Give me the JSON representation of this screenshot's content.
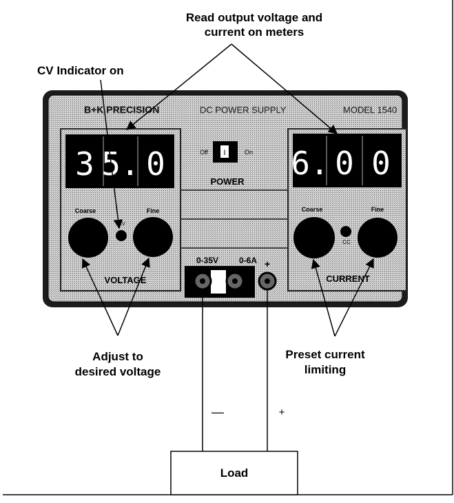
{
  "callouts": {
    "read_meters_line1": "Read output voltage and",
    "read_meters_line2": "current on meters",
    "cv_indicator": "CV Indicator on",
    "adjust_line1": "Adjust to",
    "adjust_line2": "desired voltage",
    "preset_line1": "Preset current",
    "preset_line2": "limiting"
  },
  "panel": {
    "brand": "B+K PRECISION",
    "title": "DC POWER SUPPLY",
    "model": "MODEL 1540",
    "voltage_display": {
      "d1": "3",
      "d2": "5.",
      "d3": "0"
    },
    "current_display": {
      "d1": "6.",
      "d2": "0",
      "d3": "0"
    },
    "switch_off": "Off",
    "switch_on": "On",
    "switch_mark": "I",
    "power_label": "POWER",
    "voltage": {
      "coarse": "Coarse",
      "fine": "Fine",
      "indicator": "CV",
      "label": "VOLTAGE"
    },
    "current": {
      "coarse": "Coarse",
      "fine": "Fine",
      "indicator": "CC",
      "label": "CURRENT"
    },
    "terminals": {
      "range_v": "0-35V",
      "range_a": "0-6A",
      "plus": "+"
    }
  },
  "circuit": {
    "minus_sign": "—",
    "plus_sign": "+",
    "load_label": "Load"
  }
}
